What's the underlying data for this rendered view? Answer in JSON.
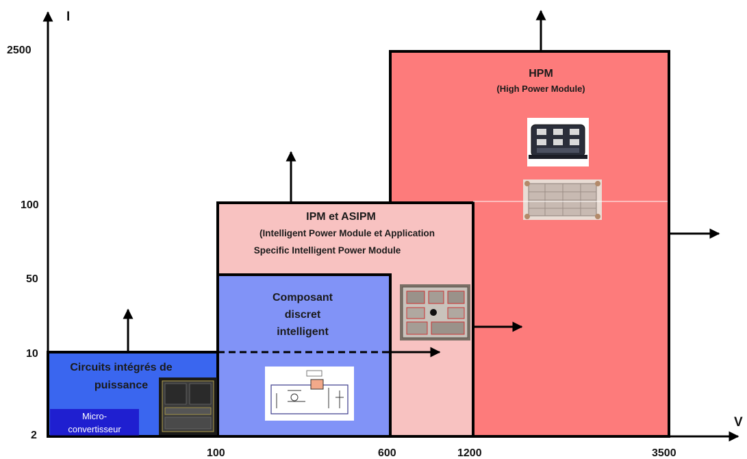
{
  "axes": {
    "y_label": "I",
    "x_label": "V",
    "y_ticks": [
      "2500",
      "100",
      "50",
      "10",
      "2"
    ],
    "x_ticks": [
      "100",
      "600",
      "1200",
      "3500"
    ]
  },
  "blocks": {
    "circuits": {
      "line1": "Circuits intégrés de",
      "line2": "puissance",
      "color": "#3a66ef"
    },
    "micro": {
      "line1": "Micro-",
      "line2": "convertisseur",
      "color": "#1f1fd0"
    },
    "discret": {
      "line1": "Composant",
      "line2": "discret",
      "line3": "intelligent",
      "color": "#8193f7"
    },
    "ipm": {
      "title": "IPM et ASIPM",
      "line1": "(Intelligent Power Module et Application",
      "line2": "Specific Intelligent Power Module",
      "color": "#f8c2c1"
    },
    "hpm": {
      "title": "HPM",
      "subtitle": "(High Power Module)",
      "color": "#fd7b7b"
    }
  }
}
